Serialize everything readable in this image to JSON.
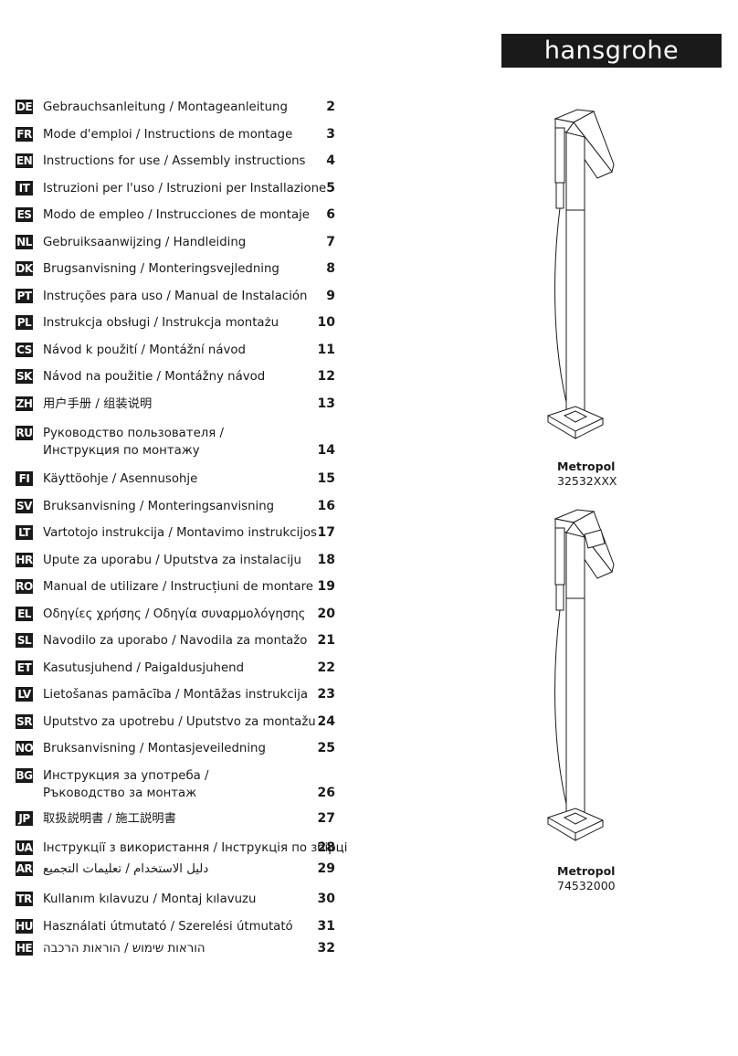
{
  "brand": "hansgrohe",
  "toc": [
    {
      "code": "DE",
      "title": "Gebrauchsanleitung / Montageanleitung",
      "page": "2"
    },
    {
      "code": "FR",
      "title": "Mode d'emploi / Instructions de montage",
      "page": "3"
    },
    {
      "code": "EN",
      "title": "Instructions for use / Assembly instructions",
      "page": "4"
    },
    {
      "code": "IT",
      "title": "Istruzioni per l'uso / Istruzioni per Installazione",
      "page": "5"
    },
    {
      "code": "ES",
      "title": "Modo de empleo / Instrucciones de montaje",
      "page": "6"
    },
    {
      "code": "NL",
      "title": "Gebruiksaanwijzing / Handleiding",
      "page": "7"
    },
    {
      "code": "DK",
      "title": "Brugsanvisning / Monteringsvejledning",
      "page": "8"
    },
    {
      "code": "PT",
      "title": "Instruções para uso / Manual de Instalación",
      "page": "9"
    },
    {
      "code": "PL",
      "title": "Instrukcja obsługi / Instrukcja montażu",
      "page": "10"
    },
    {
      "code": "CS",
      "title": "Návod k použití / Montážní návod",
      "page": "11"
    },
    {
      "code": "SK",
      "title": "Návod na použitie / Montážny návod",
      "page": "12"
    },
    {
      "code": "ZH",
      "title": "用户手册 / 组装说明",
      "page": "13"
    },
    {
      "code": "RU",
      "title": "Руководство пользователя /",
      "title2": "Инструкция по монтажу",
      "page": "14"
    },
    {
      "code": "FI",
      "title": "Käyttöohje / Asennusohje",
      "page": "15"
    },
    {
      "code": "SV",
      "title": "Bruksanvisning / Monteringsanvisning",
      "page": "16"
    },
    {
      "code": "LT",
      "title": "Vartotojo instrukcija / Montavimo instrukcijos",
      "page": "17"
    },
    {
      "code": "HR",
      "title": "Upute za uporabu / Uputstva za instalaciju",
      "page": "18"
    },
    {
      "code": "RO",
      "title": "Manual de utilizare / Instrucțiuni de montare",
      "page": "19"
    },
    {
      "code": "EL",
      "title": "Οδηγίες χρήσης / Οδηγία συναρμολόγησης",
      "page": "20"
    },
    {
      "code": "SL",
      "title": "Navodilo za uporabo / Navodila za montažo",
      "page": "21"
    },
    {
      "code": "ET",
      "title": "Kasutusjuhend / Paigaldusjuhend",
      "page": "22"
    },
    {
      "code": "LV",
      "title": "Lietošanas pamācība / Montāžas instrukcija",
      "page": "23"
    },
    {
      "code": "SR",
      "title": "Uputstvo za upotrebu / Uputstvo za montažu",
      "page": "24"
    },
    {
      "code": "NO",
      "title": "Bruksanvisning / Montasjeveiledning",
      "page": "25"
    },
    {
      "code": "BG",
      "title": "Инструкция за употреба /",
      "title2": "Ръководство за монтаж",
      "page": "26"
    },
    {
      "code": "JP",
      "title": "取扱説明書 / 施工説明書",
      "page": "27"
    },
    {
      "code": "UA",
      "title": "Інструкції з використання / Інструкція по збірці",
      "page": "28"
    },
    {
      "code": "AR",
      "title": "دليل الاستخدام / تعليمات التجميع",
      "page": "29"
    },
    {
      "code": "TR",
      "title": "Kullanım kılavuzu / Montaj kılavuzu",
      "page": "30"
    },
    {
      "code": "HU",
      "title": "Használati útmutató / Szerelési útmutató",
      "page": "31"
    },
    {
      "code": "HE",
      "title": "הוראות שימוש / הוראות הרכבה",
      "page": "32"
    }
  ],
  "products": [
    {
      "name": "Metropol",
      "number": "32532XXX"
    },
    {
      "name": "Metropol",
      "number": "74532000"
    }
  ]
}
